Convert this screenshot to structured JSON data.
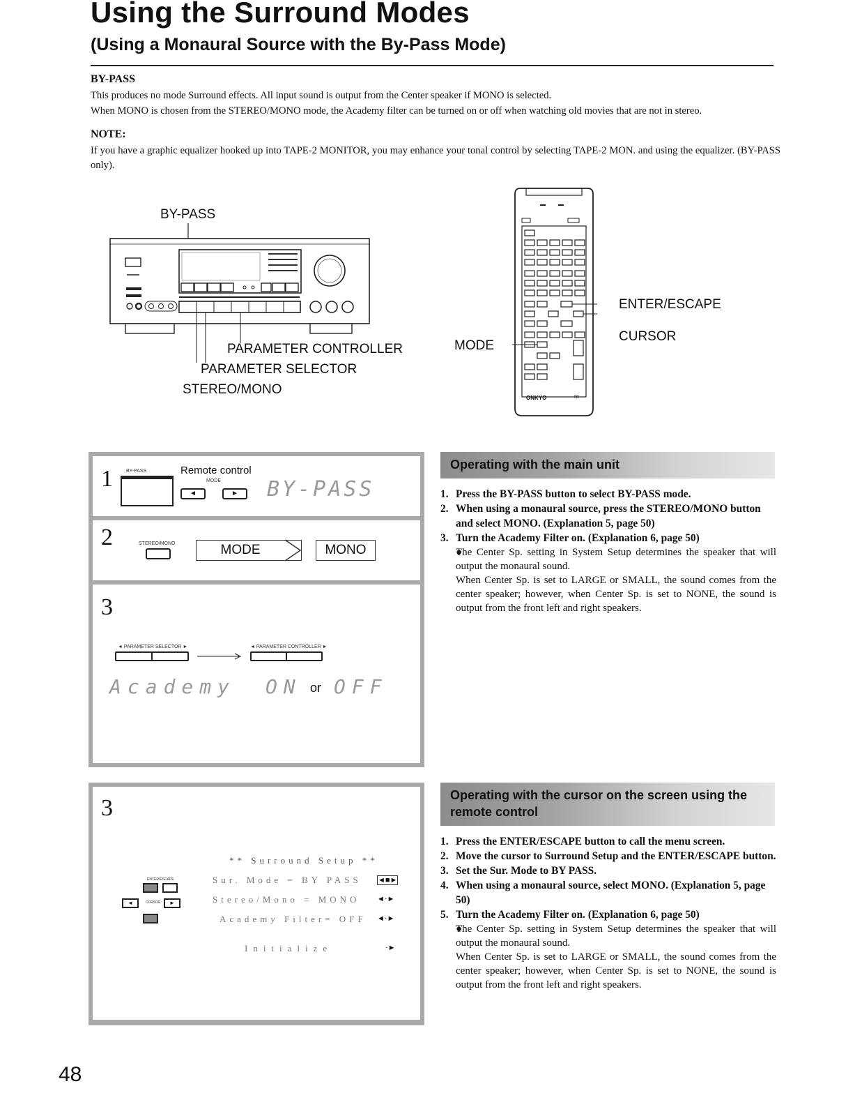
{
  "title": "Using the Surround Modes",
  "subtitle": "(Using a Monaural Source with the By-Pass Mode)",
  "bypass_section": {
    "heading": "BY-PASS",
    "line1": "This produces no mode Surround effects. All input sound is output from the Center speaker if MONO is selected.",
    "line2": "When MONO is chosen from the STEREO/MONO mode, the Academy filter can be turned on or off when watching old movies that are not in stereo."
  },
  "note_section": {
    "heading": "NOTE:",
    "text": "If you have a graphic equalizer hooked up into TAPE-2 MONITOR, you may enhance your tonal control by selecting TAPE-2 MON. and using the equalizer. (BY-PASS only)."
  },
  "receiver_labels": {
    "bypass": "BY-PASS",
    "parameter_controller": "PARAMETER CONTROLLER",
    "parameter_selector": "PARAMETER SELECTOR",
    "stereo_mono": "STEREO/MONO"
  },
  "remote_labels": {
    "enter_escape": "ENTER/ESCAPE",
    "cursor": "CURSOR",
    "mode": "MODE",
    "brand": "ONKYO",
    "brand_mark": "RI"
  },
  "panel_main": {
    "step1": {
      "number": "1",
      "button_label": "BY-PASS",
      "remote_label": "Remote control",
      "mode_label": "MODE",
      "display": "BY-PASS"
    },
    "step2": {
      "number": "2",
      "button_label": "STEREO/MONO",
      "mode_box": "MODE",
      "mono_box": "MONO"
    },
    "step3": {
      "number": "3",
      "selector_label": "◄ PARAMETER SELECTOR ►",
      "controller_label": "◄ PARAMETER CONTROLLER ►",
      "display_academy": "Academy",
      "display_on": "ON",
      "display_or": "or",
      "display_off": "OFF"
    }
  },
  "main_unit": {
    "banner": "Operating with the main unit",
    "steps": [
      {
        "n": "1.",
        "text": "Press the BY-PASS button to select BY-PASS mode."
      },
      {
        "n": "2.",
        "text": "When using a monaural source, press the STEREO/MONO button and select MONO. (Explanation 5, page 50)"
      },
      {
        "n": "3.",
        "text": "Turn the Academy Filter on. (Explanation 6, page 50)"
      }
    ],
    "bullet_1": "The Center Sp. setting in System Setup determines the speaker that will output the monaural sound.",
    "bullet_2": "When Center Sp. is set to LARGE or SMALL, the sound comes from the center speaker; however, when Center Sp. is set to NONE, the sound is output from the front left and right speakers."
  },
  "panel_cursor": {
    "number": "3",
    "remote_enter_label": "ENTER/ESCAPE",
    "remote_cursor_label": "CURSOR",
    "osd_title": "** Surround Setup **",
    "osd_rows": [
      {
        "label": "Sur. Mode = BY PASS",
        "arrows": "◄■►"
      },
      {
        "label": "Stereo/Mono = MONO",
        "arrows": "◄·►"
      },
      {
        "label": "Academy Filter= OFF",
        "arrows": "◄·►"
      }
    ],
    "osd_initialize": "Initialize",
    "osd_initialize_arrow": "·►"
  },
  "cursor_remote": {
    "banner_line1": "Operating with the cursor on the screen using the",
    "banner_line2": "remote control",
    "steps": [
      {
        "n": "1.",
        "text": "Press the ENTER/ESCAPE button to call the menu screen."
      },
      {
        "n": "2.",
        "text": "Move the cursor to Surround Setup and the ENTER/ESCAPE button."
      },
      {
        "n": "3.",
        "text": "Set the Sur. Mode to BY PASS."
      },
      {
        "n": "4.",
        "text": "When using a monaural source, select MONO. (Explanation 5, page 50)"
      },
      {
        "n": "5.",
        "text": "Turn the Academy Filter on. (Explanation 6, page 50)"
      }
    ],
    "bullet_1": "The Center Sp. setting in System Setup determines the speaker that will output the monaural sound.",
    "bullet_2": "When Center Sp. is set to LARGE or SMALL, the sound comes from the center speaker; however, when Center Sp. is set to NONE, the sound is output from the front left and right speakers."
  },
  "page_number": "48"
}
